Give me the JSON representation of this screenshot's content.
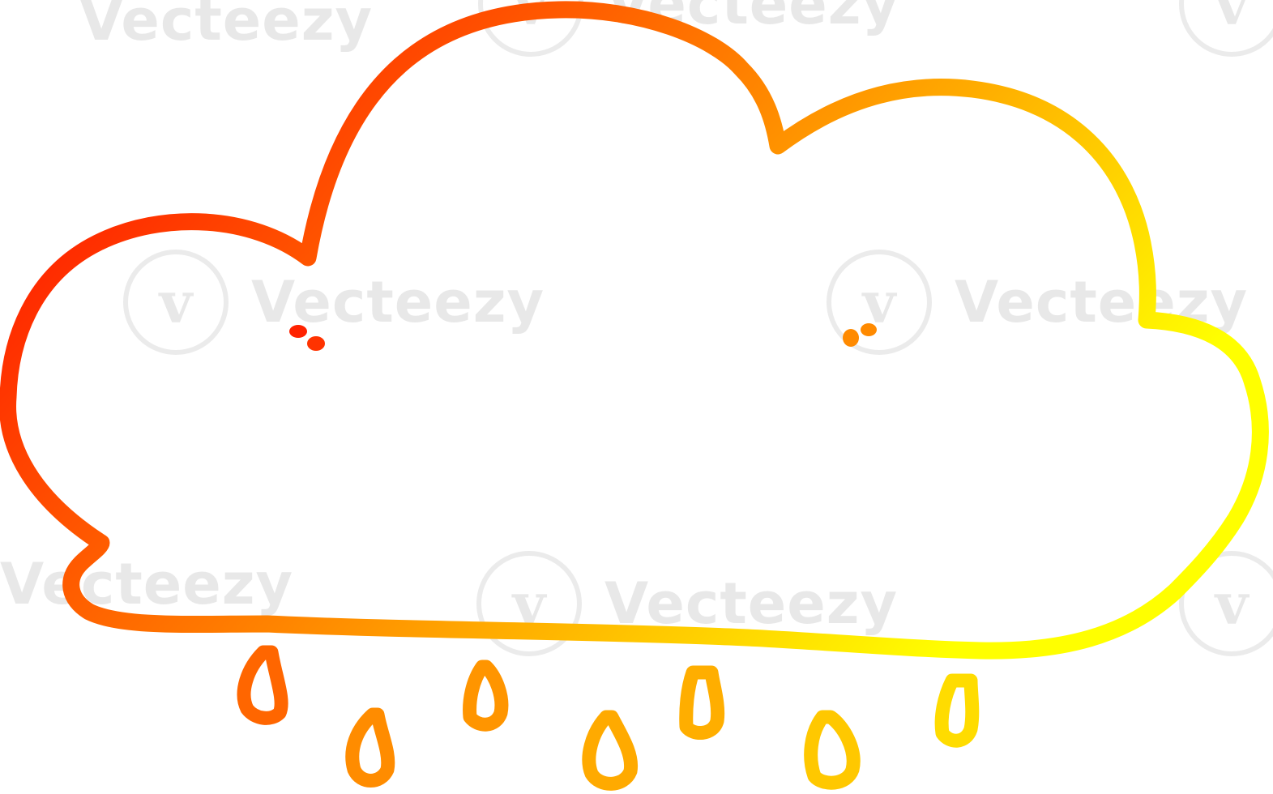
{
  "watermark": {
    "brand": "Vecteezy",
    "logo_glyph": "v"
  },
  "drawing": {
    "subject": "crying-rain-cloud",
    "gradient_start": "#ff0000",
    "gradient_end": "#ffff00"
  }
}
